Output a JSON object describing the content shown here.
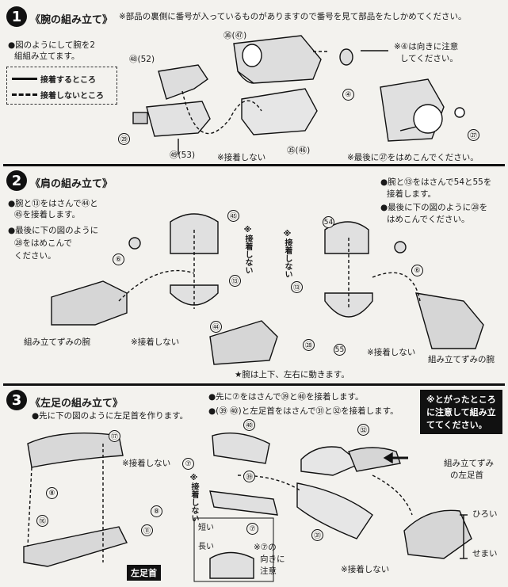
{
  "note_top": "※部品の裏側に番号が入っているものがありますので番号を見て部品をたしかめてください。",
  "step1": {
    "number": "1",
    "title": "《腕の組み立て》",
    "instruction_line1": "●図のようにして腕を2",
    "instruction_line2": "組組み立てます。",
    "legend_glue": "接着するところ",
    "legend_noglue": "接着しないところ",
    "parts": [
      "㊱(㊼)",
      "㊽(52)",
      "㉙",
      "㊾(53)",
      "㉟(㊻)",
      "④",
      "㉗"
    ],
    "note_direction_line1": "※④は向きに注意",
    "note_direction_line2": "してください。",
    "note_noglue": "※接着しない",
    "note_last": "※最後に㉗をはめこんでください。"
  },
  "step2": {
    "number": "2",
    "title": "《肩の組み立て》",
    "left_line1": "●腕と⑬をはさんで㊹と",
    "left_line2": "㊺を接着します。",
    "left_line3": "●最後に下の図のように",
    "left_line4": "㉘をはめこんで",
    "left_line5": "ください。",
    "right_line1": "●腕と⑬をはさんで54と55を",
    "right_line2": "接着します。",
    "right_line3": "●最後に下の図のように㉘を",
    "right_line4": "はめこんでください。",
    "parts": [
      "㊺",
      "⑥",
      "⑬",
      "㊹",
      "㉘",
      "54",
      "⑥",
      "⑬",
      "55"
    ],
    "vertical_noglue": "※接着しない",
    "label_left_arm": "組み立てずみの腕",
    "label_right_arm": "組み立てずみの腕",
    "note_noglue_left": "※接着しない",
    "note_noglue_right": "※接着しない",
    "note_moves": "★腕は上下、左右に動きます。"
  },
  "step3": {
    "number": "3",
    "title": "《左足の組み立て》",
    "instruction_main": "●先に下の図のように左足首を作ります。",
    "instruction_r1": "●先に⑦をはさんで㊴と㊵を接着します。",
    "instruction_r2": "●(㊴ ㊵)と左足首をはさんで㉛と㉜を接着します。",
    "warning_line1": "※とがったところ",
    "warning_line2": "に注意して組み立",
    "warning_line3": "ててください。",
    "parts": [
      "⑰",
      "⑧",
      "⑯",
      "⑧",
      "⑪",
      "⑦",
      "㊴",
      "㊵",
      "㉜",
      "㉛",
      "⑦"
    ],
    "note_noglue_1": "※接着しない",
    "vertical_noglue": "※接着しない",
    "short_label": "短い",
    "long_label": "長い",
    "note_direction_line1": "※⑦の",
    "note_direction_line2": "向きに",
    "note_direction_line3": "注意",
    "label_left_ankle": "左足首",
    "assembled_line1": "組み立てずみ",
    "assembled_line2": "の左足首",
    "wide": "ひろい",
    "narrow": "せまい",
    "note_noglue_bottom": "※接着しない"
  }
}
